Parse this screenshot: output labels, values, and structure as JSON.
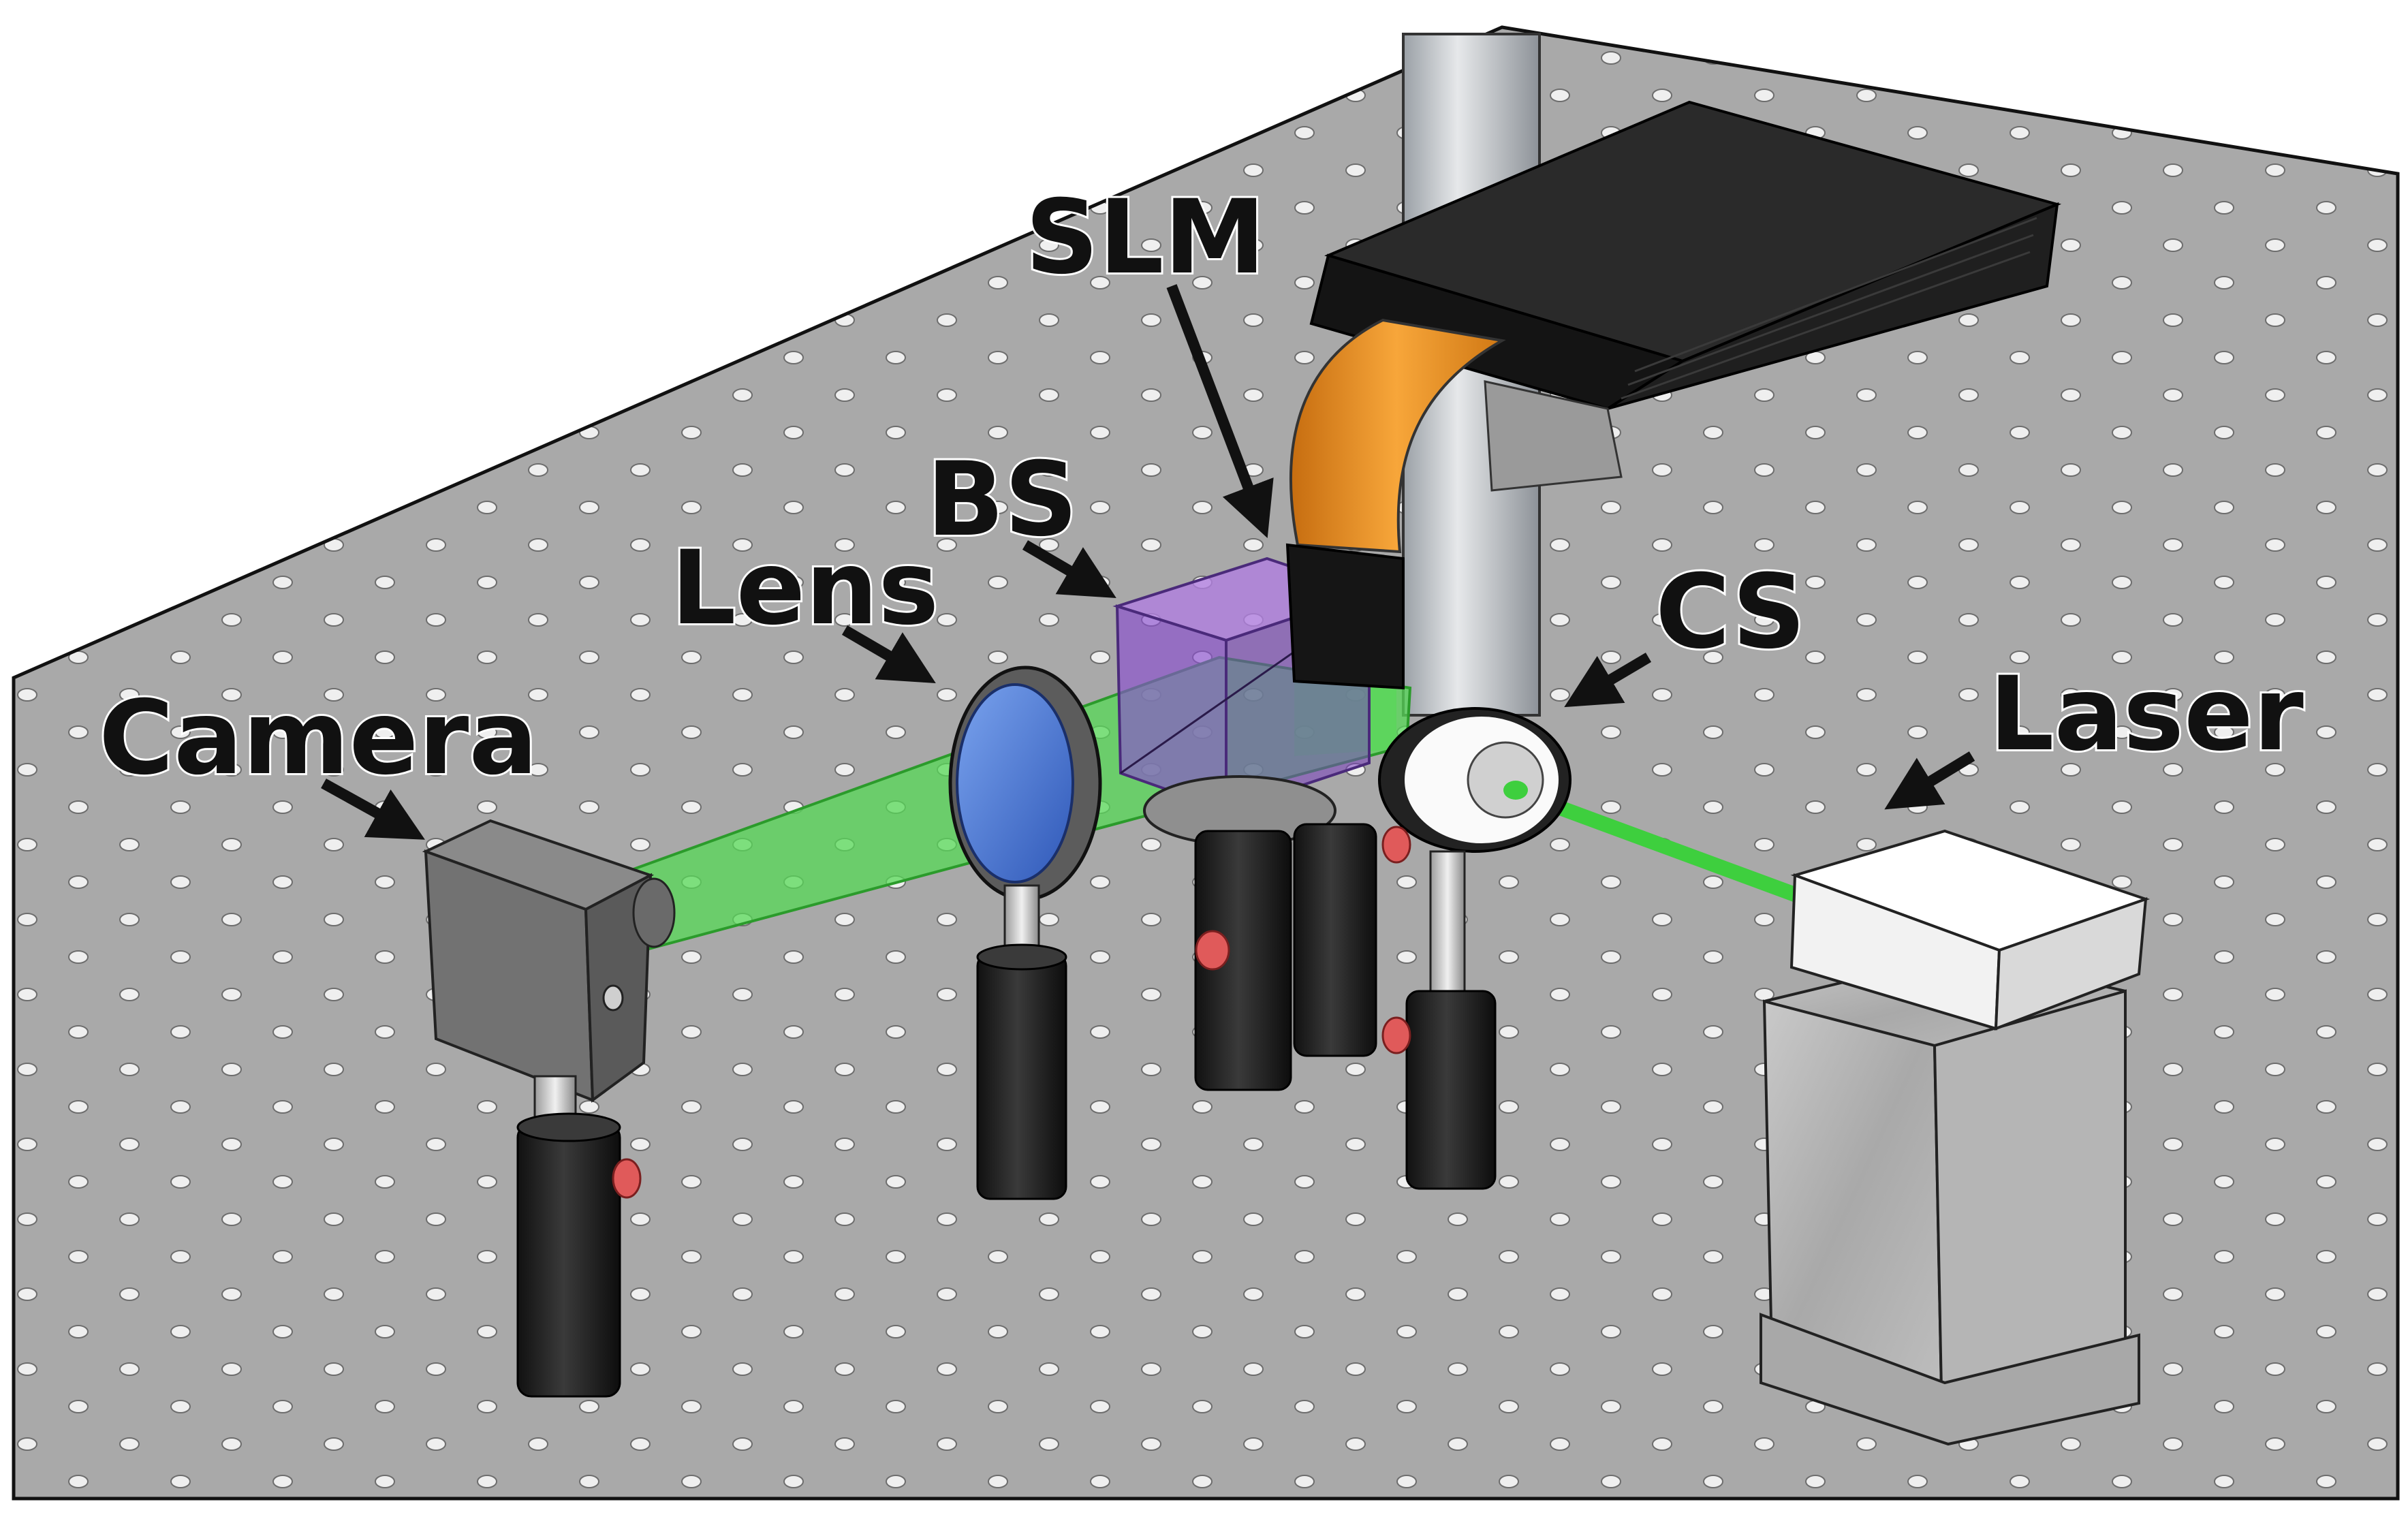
{
  "labels": {
    "slm": "SLM",
    "bs": "BS",
    "lens": "Lens",
    "cs": "CS",
    "camera": "Camera",
    "laser": "Laser"
  },
  "colors": {
    "table": "#a9a9a9",
    "table_edge": "#8a8a8a",
    "hole": "#efefef",
    "beam": "#3ecf3e",
    "beam_fill": "#57d957",
    "cube": "#8a4fcf",
    "ribbon": "#f29a25",
    "post_black": "#222222",
    "knob_red": "#e05a5a",
    "laser_head": "#f2f2f2",
    "laser_body": "#b5b5b5",
    "slm_body": "#1a1a1a",
    "lens_blue": "#4a78d6",
    "camera_body": "#6f6f6f"
  },
  "icons": {
    "arrow": "arrow-icon",
    "hole": "breadboard-hole-icon"
  }
}
